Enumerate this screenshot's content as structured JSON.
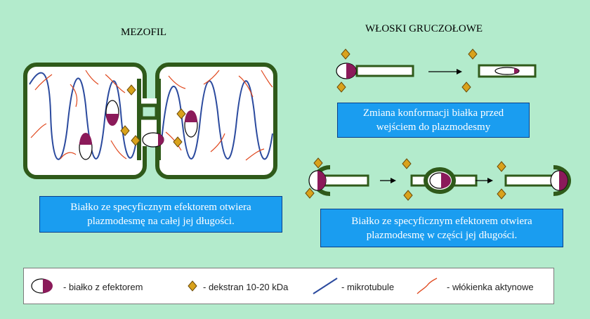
{
  "titles": {
    "mezofil": "MEZOFIL",
    "wloski": "WŁOSKI GRUCZOŁOWE"
  },
  "boxes": {
    "mezofil_caption_line1": "Białko ze specyficznym efektorem otwiera",
    "mezofil_caption_line2": "plazmodesmę na całej jej długości.",
    "conformation_line1": "Zmiana konformacji białka przed",
    "conformation_line2": "wejściem do plazmodesmy",
    "partial_line1": "Białko ze specyficznym efektorem otwiera",
    "partial_line2": "plazmodesmę w części jej długości."
  },
  "legend": {
    "protein": "- białko z efektorem",
    "dextran": "- dekstran 10-20 kDa",
    "microtubule": "- mikrotubule",
    "actin": "- włókienka aktynowe"
  },
  "colors": {
    "background": "#b3ebcc",
    "cell_wall": "#2f5a1a",
    "microtubule": "#2b4a9e",
    "actin": "#e0481e",
    "dextran": "#d9a21c",
    "effector": "#8b1a5a",
    "caption_box": "#1a9df0"
  }
}
